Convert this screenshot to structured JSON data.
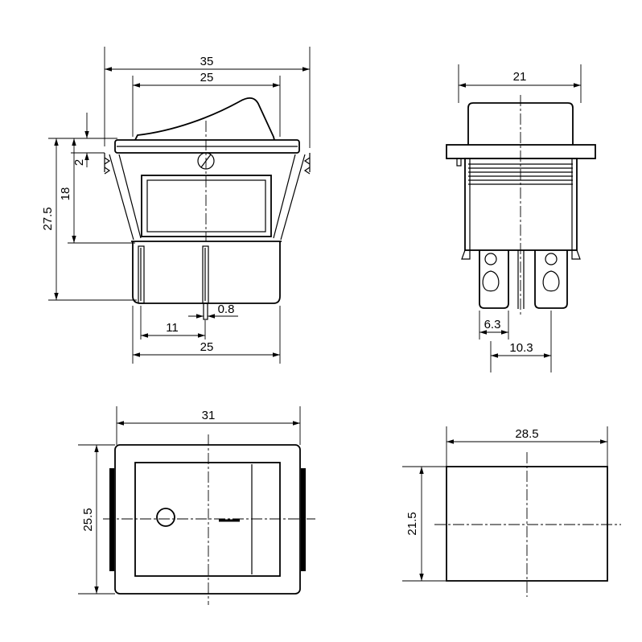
{
  "views": {
    "front": {
      "overall_width": "35",
      "inner_width": "25",
      "flange_height": "2",
      "body_height": "18",
      "total_height": "27.5",
      "terminal_offset": "11",
      "terminal_thickness": "0.8",
      "base_width": "25"
    },
    "side": {
      "width": "21",
      "terminal_width": "6.3",
      "terminal_pitch": "10.3"
    },
    "top": {
      "width": "31",
      "height": "25.5"
    },
    "cutout": {
      "width": "28.5",
      "height": "21.5"
    }
  }
}
